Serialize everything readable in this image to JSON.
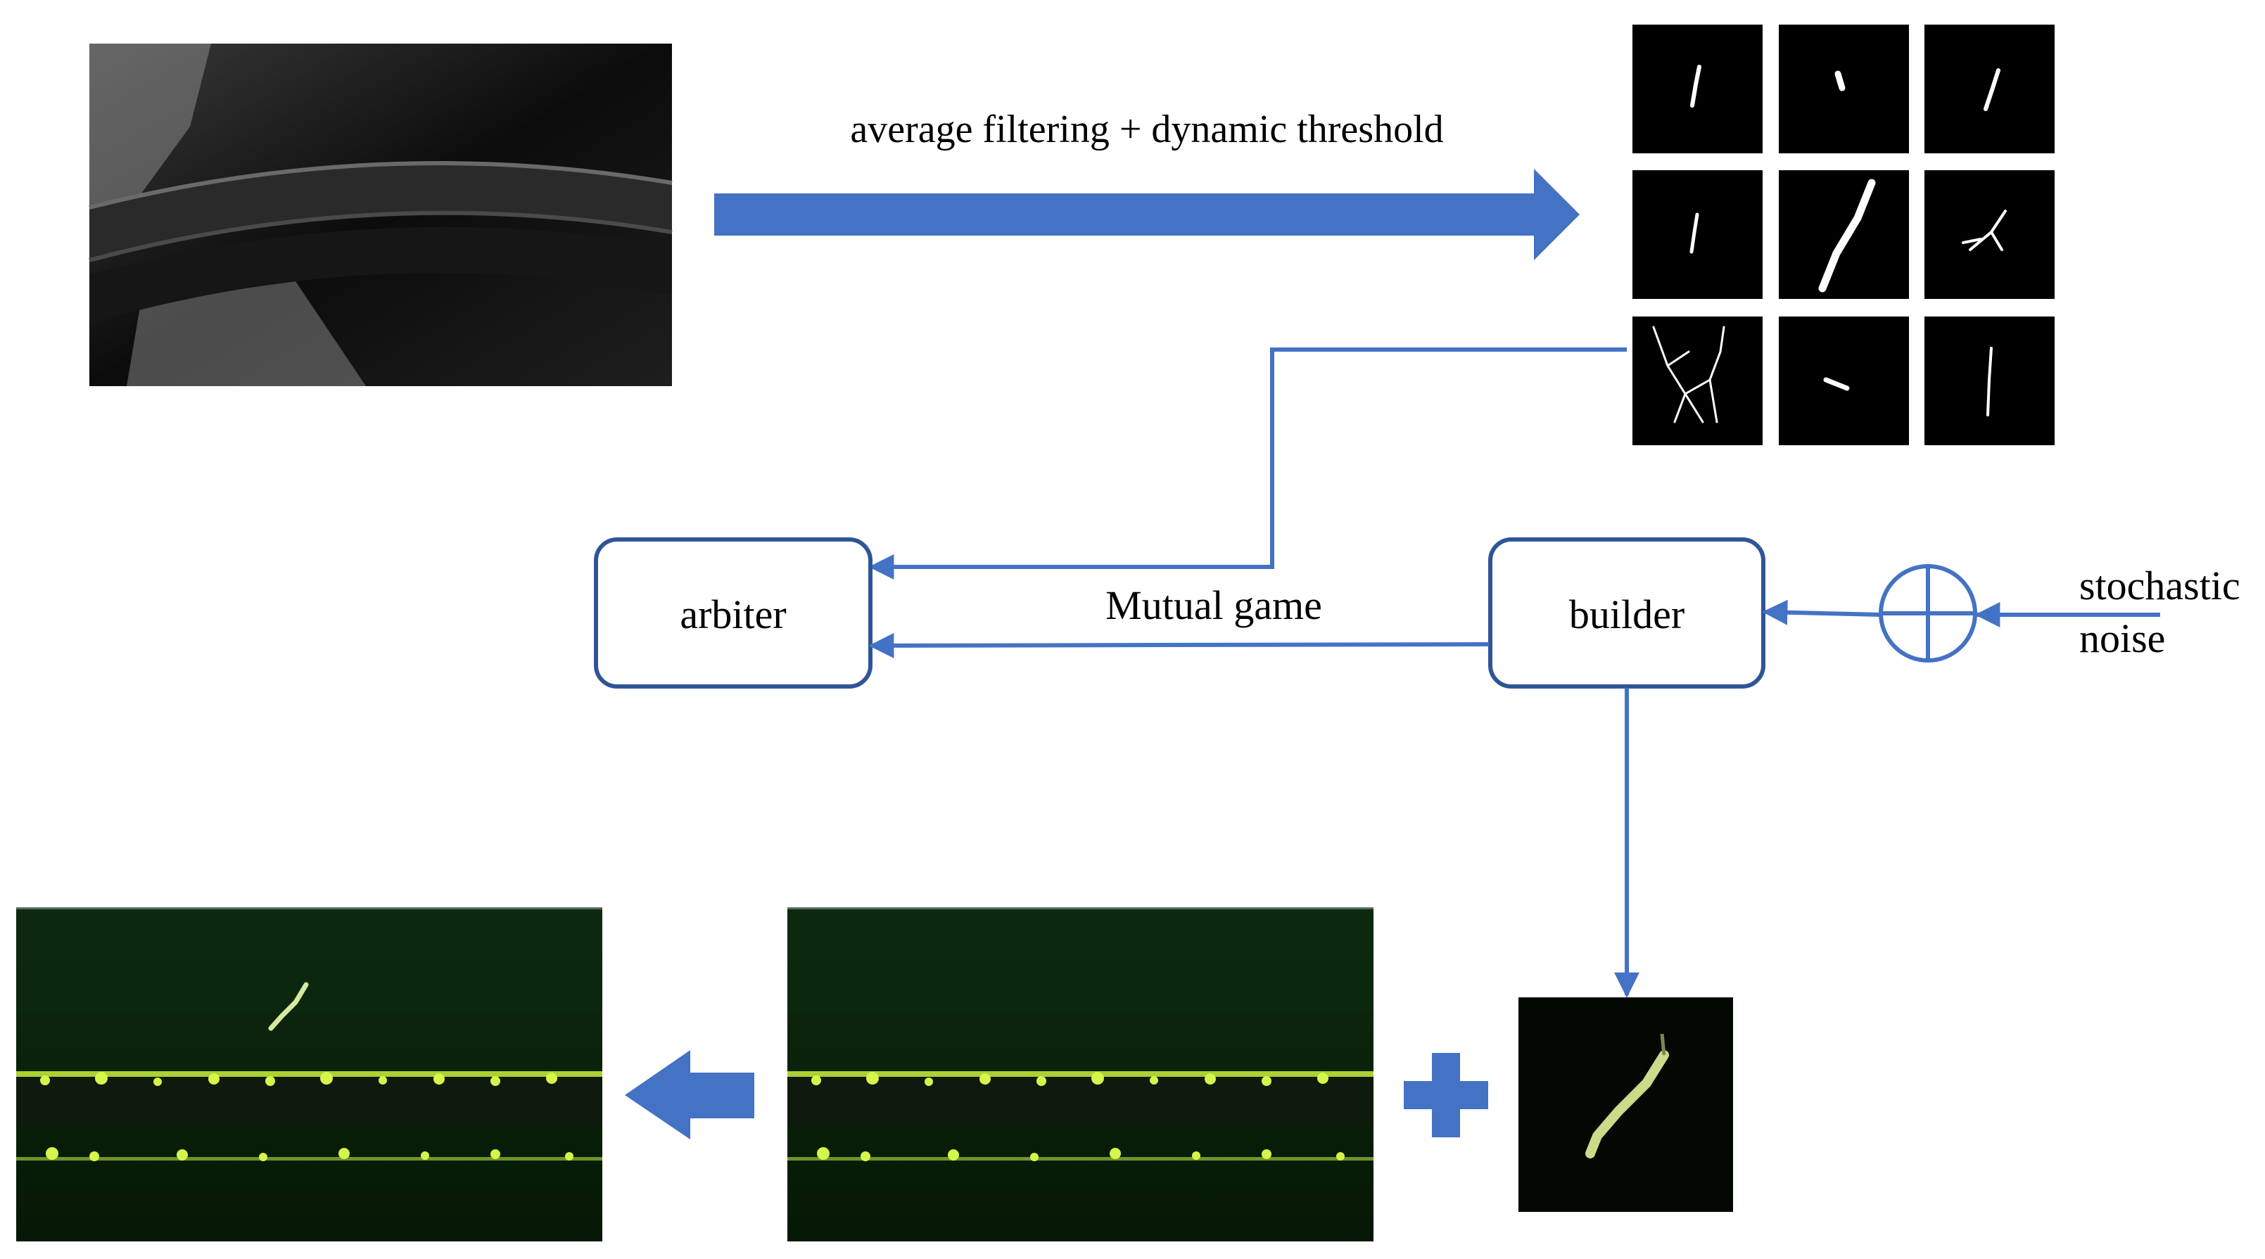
{
  "labels": {
    "filter_step": "average filtering + dynamic threshold",
    "arbiter": "arbiter",
    "builder": "builder",
    "mutual_game": "Mutual game",
    "noise_line1": "stochastic",
    "noise_line2": "noise"
  },
  "colors": {
    "arrow_fill": "#4472c4",
    "box_stroke": "#2f5597",
    "connector": "#4472c4",
    "mask_bg": "#000000",
    "crack_white": "#ffffff",
    "belt_green": "#c8f03c"
  },
  "images": {
    "source_photo": "grayscale conveyor belt photo",
    "mask_grid": "3x3 binary crack masks",
    "generated_crack": "generated crack patch",
    "belt_background": "belt background",
    "synthesized_result": "synthesized defect image"
  }
}
